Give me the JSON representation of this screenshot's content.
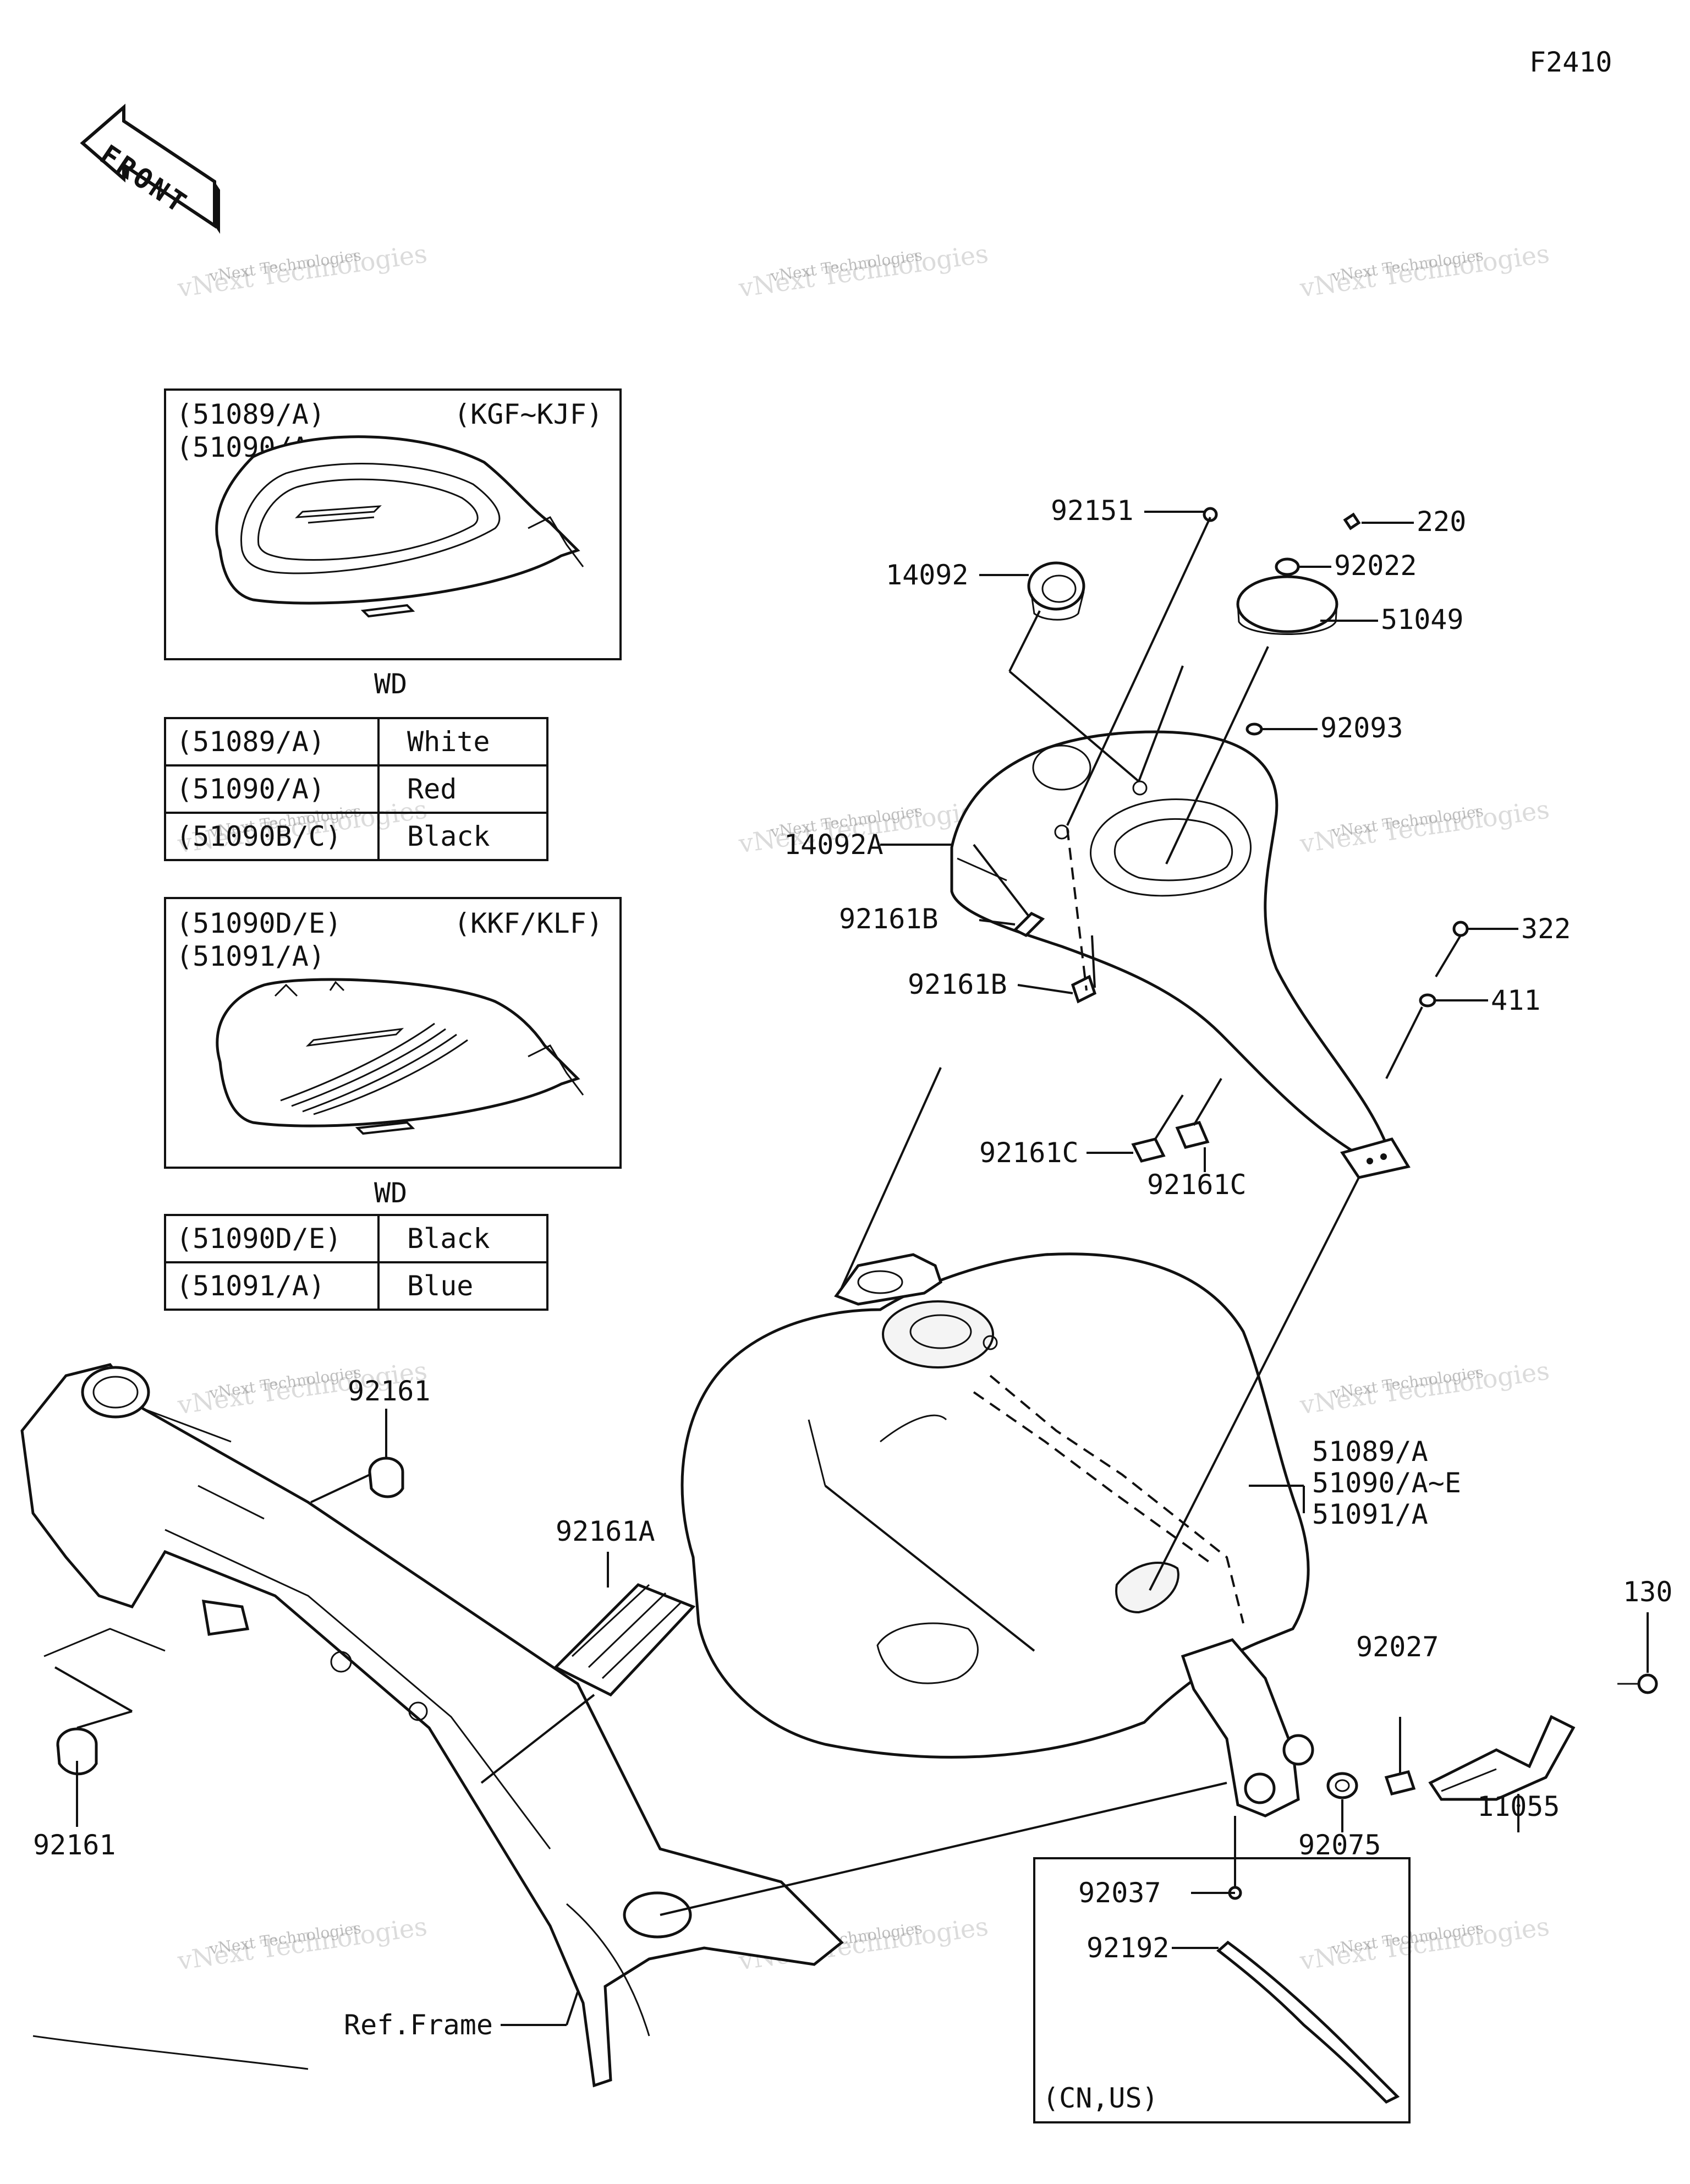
{
  "diagram_code": "F2410",
  "front_arrow_label": "FRONT",
  "inset_top": {
    "codes_line1": "(51089/A)",
    "codes_line2": "(51090/A~C)",
    "models": "(KGF~KJF)",
    "caption": "WD"
  },
  "inset_bottom": {
    "codes_line1": "(51090D/E)",
    "codes_line2": "(51091/A)",
    "models": "(KKF/KLF)",
    "caption": "WD"
  },
  "color_table_top": [
    {
      "code": "(51089/A)",
      "color": "White"
    },
    {
      "code": "(51090/A)",
      "color": "Red"
    },
    {
      "code": "(51090B/C)",
      "color": "Black"
    }
  ],
  "color_table_bottom": [
    {
      "code": "(51090D/E)",
      "color": "Black"
    },
    {
      "code": "(51091/A)",
      "color": "Blue"
    }
  ],
  "parts": {
    "p92151": "92151",
    "p220": "220",
    "p14092": "14092",
    "p92022": "92022",
    "p51049": "51049",
    "p92093": "92093",
    "p14092A": "14092A",
    "p92161B_1": "92161B",
    "p92161B_2": "92161B",
    "p322": "322",
    "p411": "411",
    "p92161C_1": "92161C",
    "p92161C_2": "92161C",
    "p92161_1": "92161",
    "p92161_2": "92161",
    "p92161A": "92161A",
    "p51089A": "51089/A",
    "p51090AE": "51090/A~E",
    "p51091A": "51091/A",
    "p130": "130",
    "p92027": "92027",
    "p11055": "11055",
    "p92075": "92075",
    "p92037": "92037",
    "p92192": "92192",
    "ref_frame": "Ref.Frame",
    "region_note": "(CN,US)"
  },
  "watermark": {
    "line1": "vNext Technologies",
    "line2": "vNext Technologies"
  }
}
